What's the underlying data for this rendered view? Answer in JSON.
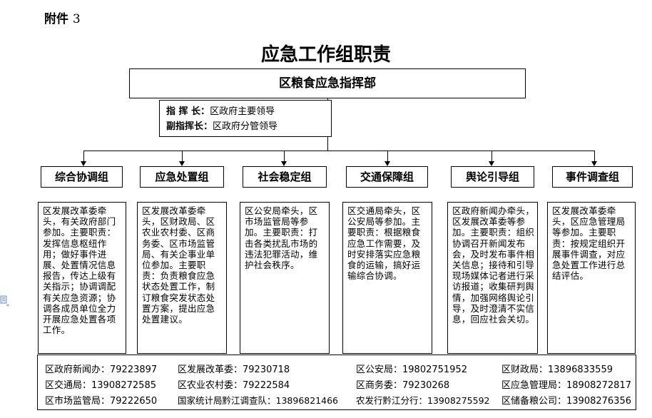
{
  "attachment": {
    "label": "附件",
    "number": "3"
  },
  "title": "应急工作组职责",
  "headquarters": "区粮食应急指挥部",
  "leaders": {
    "commander_label": "指 挥 长：",
    "commander": "区政府主要领导",
    "deputy_label": "副指挥长：",
    "deputy": "区政府分管领导"
  },
  "groups": [
    {
      "name": "综合协调组",
      "duties": "区发展改革委牵头，有关政府部门参加。主要职责：发挥信息枢纽作用；做好事件进展、处置情况信息报告，传达上级有关指示；协调调配有关应急资源；协调各成员单位全力开展应急处置各项工作。"
    },
    {
      "name": "应急处置组",
      "duties": "区发展改革委牵头，区财政局、区农业农村委、区商务委、区市场监管局、有关企事业单位参加。主要职责：负责粮食应急状态处置工作，制订粮食突发状态处置方案，提出应急处置建议。"
    },
    {
      "name": "社会稳定组",
      "duties": "区公安局牵头，区市场监管局等参加。主要职责：打击各类扰乱市场的违法犯罪活动，维护社会秩序。"
    },
    {
      "name": "交通保障组",
      "duties": "区交通局牵头，区公安局等参加。主要职责：根据粮食应急工作需要，及时安排落实应急粮食的运输，搞好运输综合协调。"
    },
    {
      "name": "舆论引导组",
      "duties": "区政府新闻办牵头，区发展改革委等参加。主要职责：组织协调召开新闻发布会，及时发布事件相关信息；接待和引导现场媒体记者进行采访报道；收集研判舆情，加强网络舆论引导，及时澄清不实信息，回应社会关切。"
    },
    {
      "name": "事件调查组",
      "duties": "区发展改革委牵头，区应急管理局等参加。主要职责：按规定组织开展事件调查，对应急处置工作进行总结评估。"
    }
  ],
  "contacts": [
    {
      "org": "区政府新闻办：",
      "phone": "79223897"
    },
    {
      "org": "区发展改革委：",
      "phone": "79230718"
    },
    {
      "org": "区公安局：",
      "phone": "19802751952"
    },
    {
      "org": "区财政局：",
      "phone": "13896833559"
    },
    {
      "org": "区交通局：",
      "phone": "13908272585"
    },
    {
      "org": "区农业农村委：",
      "phone": "79222584"
    },
    {
      "org": "区商务委：",
      "phone": "79230268"
    },
    {
      "org": "区应急管理局：",
      "phone": "18908272817"
    },
    {
      "org": "区市场监管局：",
      "phone": "79222650"
    },
    {
      "org": "国家统计局黔江调查队：",
      "phone": "13896821466"
    },
    {
      "org": "农发行黔江分行：",
      "phone": "13908275592"
    },
    {
      "org": "区储备粮公司：",
      "phone": "13908276356"
    }
  ]
}
